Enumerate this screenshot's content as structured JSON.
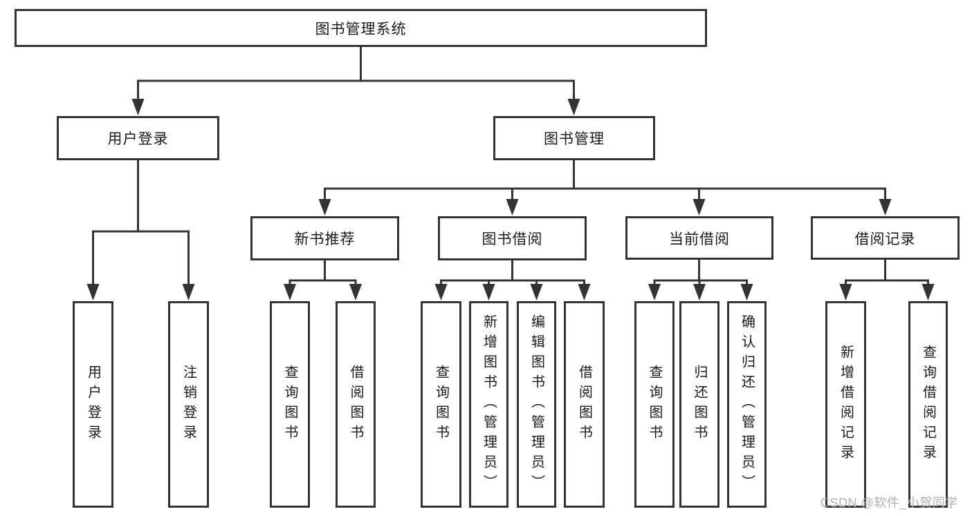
{
  "tree": {
    "label": "图书管理系统",
    "children": [
      {
        "label": "用户登录",
        "children": [
          {
            "label": "用户登录"
          },
          {
            "label": "注销登录"
          }
        ]
      },
      {
        "label": "图书管理",
        "children": [
          {
            "label": "新书推荐",
            "children": [
              {
                "label": "查询图书"
              },
              {
                "label": "借阅图书"
              }
            ]
          },
          {
            "label": "图书借阅",
            "children": [
              {
                "label": "查询图书"
              },
              {
                "label": "新增图书（管理员）"
              },
              {
                "label": "编辑图书（管理员）"
              },
              {
                "label": "借阅图书"
              }
            ]
          },
          {
            "label": "当前借阅",
            "children": [
              {
                "label": "查询图书"
              },
              {
                "label": "归还图书"
              },
              {
                "label": "确认归还（管理员）"
              }
            ]
          },
          {
            "label": "借阅记录",
            "children": [
              {
                "label": "新增借阅记录"
              },
              {
                "label": "查询借阅记录"
              }
            ]
          }
        ]
      }
    ]
  },
  "watermark": {
    "text": "CSDN @软件_小贺同学"
  },
  "colors": {
    "line": "#333333",
    "box_border": "#333333",
    "box_background": "#ffffff",
    "text": "#1a1a1a",
    "watermark": "#b0b0b0",
    "background": "#ffffff"
  }
}
